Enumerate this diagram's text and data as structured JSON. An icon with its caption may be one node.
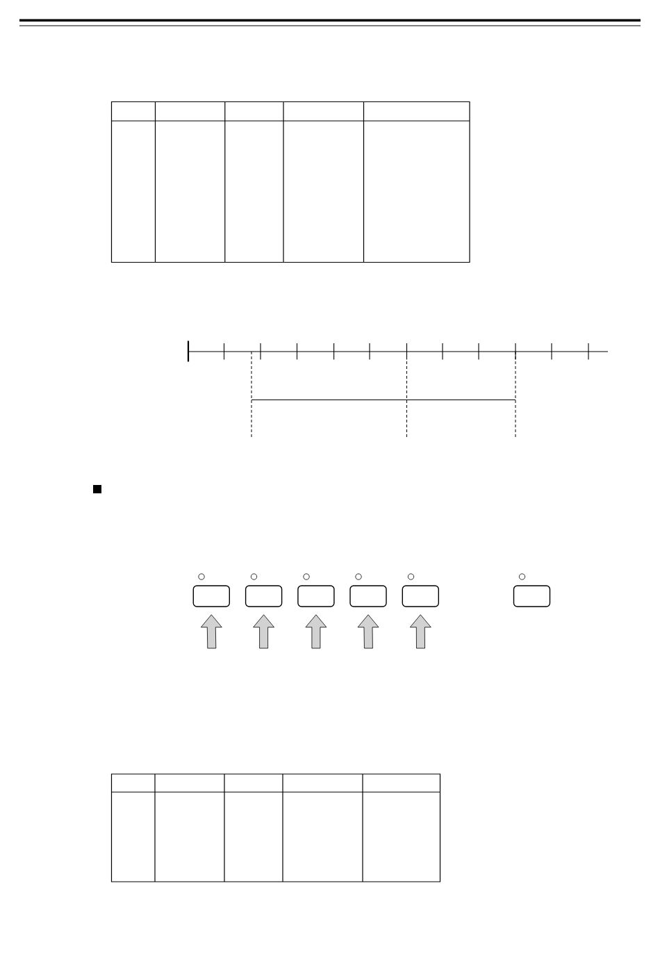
{
  "diagram": {
    "nodes": [
      {
        "text": [],
        "shape": "box"
      },
      {
        "text": [],
        "shape": "box"
      },
      {
        "text": [],
        "shape": "box"
      },
      {
        "text": [],
        "shape": "box"
      },
      {
        "text": [],
        "shape": "box"
      },
      {
        "text": [],
        "shape": "box"
      }
    ],
    "edges": [
      {
        "from": null,
        "to": 0,
        "arrow": "to"
      },
      {
        "from": null,
        "to": 1,
        "arrow": "to"
      },
      {
        "from": null,
        "to": 2,
        "arrow": "to"
      },
      {
        "from": null,
        "to": 3,
        "arrow": "to"
      },
      {
        "from": null,
        "to": 4,
        "arrow": "to"
      }
    ]
  }
}
